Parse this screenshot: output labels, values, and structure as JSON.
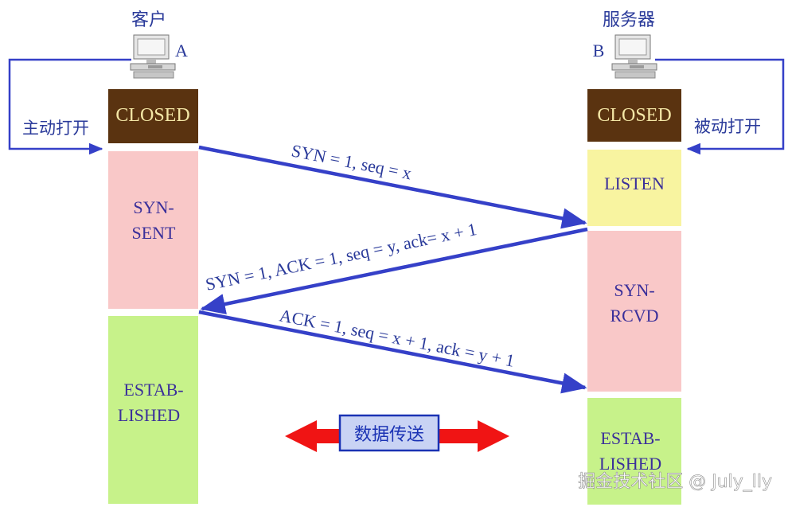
{
  "client": {
    "title": "客户",
    "letter": "A",
    "action": "主动打开",
    "states": {
      "closed": "CLOSED",
      "syn_sent_1": "SYN-",
      "syn_sent_2": "SENT",
      "established_1": "ESTAB-",
      "established_2": "LISHED"
    }
  },
  "server": {
    "title": "服务器",
    "letter": "B",
    "action": "被动打开",
    "states": {
      "closed": "CLOSED",
      "listen": "LISTEN",
      "syn_rcvd_1": "SYN-",
      "syn_rcvd_2": "RCVD",
      "established_1": "ESTAB-",
      "established_2": "LISHED"
    }
  },
  "messages": {
    "syn": "SYN = 1, seq = x",
    "syn_ack": "SYN = 1, ACK = 1, seq = y, ack= x + 1",
    "ack": "ACK = 1, seq = x + 1, ack = y + 1"
  },
  "data_transfer": "数据传送",
  "watermark": "掘金技术社区 @ July_lly",
  "colors": {
    "closed_fill": "#5a3310",
    "closed_text": "#f4e7a6",
    "pink_fill": "#f9c8c8",
    "yellow_fill": "#f8f4a0",
    "green_fill": "#c7f28a",
    "state_text": "#3a2f9a",
    "arrow_blue": "#3540c8",
    "label_blue": "#2a3a9a",
    "red_arrow": "#f01414",
    "data_box_fill": "#c9d3f4",
    "data_box_border": "#1a32b4"
  }
}
